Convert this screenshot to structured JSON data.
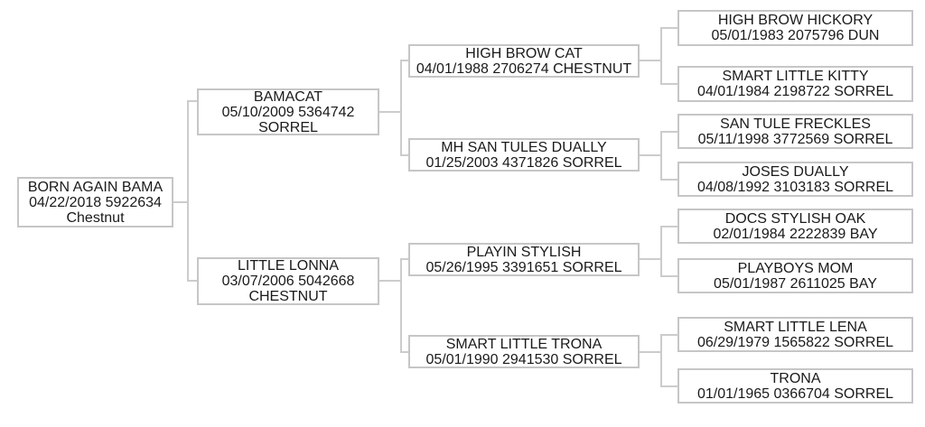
{
  "colors": {
    "box_border": "#c6c6c6",
    "connector_line": "#cccccc",
    "text": "#1a1a1a",
    "background": "#ffffff"
  },
  "nodes": {
    "subject": {
      "name": "BORN AGAIN BAMA",
      "details": "04/22/2018 5922634",
      "color": "Chestnut"
    },
    "sire": {
      "name": "BAMACAT",
      "details": "05/10/2009 5364742",
      "color": "SORREL"
    },
    "dam": {
      "name": "LITTLE LONNA",
      "details": "03/07/2006 5042668",
      "color": "CHESTNUT"
    },
    "sire_sire": {
      "name": "HIGH BROW CAT",
      "details": "04/01/1988 2706274 CHESTNUT"
    },
    "sire_dam": {
      "name": "MH SAN TULES DUALLY",
      "details": "01/25/2003 4371826 SORREL"
    },
    "dam_sire": {
      "name": "PLAYIN STYLISH",
      "details": "05/26/1995 3391651 SORREL"
    },
    "dam_dam": {
      "name": "SMART LITTLE TRONA",
      "details": "05/01/1990 2941530 SORREL"
    },
    "sire_sire_sire": {
      "name": "HIGH BROW HICKORY",
      "details": "05/01/1983 2075796 DUN"
    },
    "sire_sire_dam": {
      "name": "SMART LITTLE KITTY",
      "details": "04/01/1984 2198722 SORREL"
    },
    "sire_dam_sire": {
      "name": "SAN TULE FRECKLES",
      "details": "05/11/1998 3772569 SORREL"
    },
    "sire_dam_dam": {
      "name": "JOSES DUALLY",
      "details": "04/08/1992 3103183 SORREL"
    },
    "dam_sire_sire": {
      "name": "DOCS STYLISH OAK",
      "details": "02/01/1984 2222839 BAY"
    },
    "dam_sire_dam": {
      "name": "PLAYBOYS MOM",
      "details": "05/01/1987 2611025 BAY"
    },
    "dam_dam_sire": {
      "name": "SMART LITTLE LENA",
      "details": "06/29/1979 1565822 SORREL"
    },
    "dam_dam_dam": {
      "name": "TRONA",
      "details": "01/01/1965 0366704 SORREL"
    }
  }
}
